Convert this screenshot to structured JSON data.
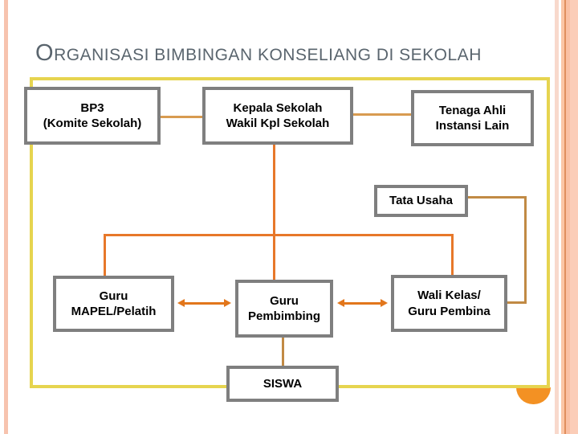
{
  "slide": {
    "title": "ORGANISASI BIMBINGAN KONSELIANG DI SEKOLAH",
    "title_color": "#5a656e"
  },
  "org_chart": {
    "boxes": {
      "bp3": {
        "line1": "BP3",
        "line2": "(Komite Sekolah)"
      },
      "kepala": {
        "line1": "Kepala Sekolah",
        "line2": "Wakil Kpl Sekolah"
      },
      "tenaga": {
        "line1": "Tenaga Ahli",
        "line2": "Instansi Lain"
      },
      "tata_usaha": {
        "line1": "Tata Usaha"
      },
      "guru_mapel": {
        "line1": "Guru",
        "line2": "MAPEL/Pelatih"
      },
      "guru_pembimbing": {
        "line1": "Guru",
        "line2": "Pembimbing"
      },
      "wali_kelas": {
        "line1": "Wali Kelas/",
        "line2": "Guru Pembina"
      },
      "siswa": {
        "line1": "SISWA"
      }
    },
    "relations": [
      "BP3 — Kepala Sekolah (line)",
      "Kepala Sekolah — Tenaga Ahli Instansi Lain (line)",
      "Kepala Sekolah — Guru MAPEL/Pelatih, Guru Pembimbing, Wali Kelas (tree)",
      "Tata Usaha — Wali Kelas/Guru Pembina (elbow)",
      "Guru MAPEL/Pelatih <-> Guru Pembimbing (double arrow)",
      "Guru Pembimbing <-> Wali Kelas/Guru Pembina (double arrow)",
      "Guru Pembimbing — SISWA (line)"
    ]
  },
  "colors": {
    "frame_yellow": "#e6d44f",
    "box_border_gray": "#7f7f7f",
    "connector_tan": "#d89b50",
    "connector_orange": "#e7782a",
    "connector_brown": "#c18a44",
    "arrow_orange": "#e2761b",
    "semicircle_orange": "#f39123",
    "stripe_salmon": "#f7c3ae",
    "stripe_peach": "#fbc6a6"
  }
}
